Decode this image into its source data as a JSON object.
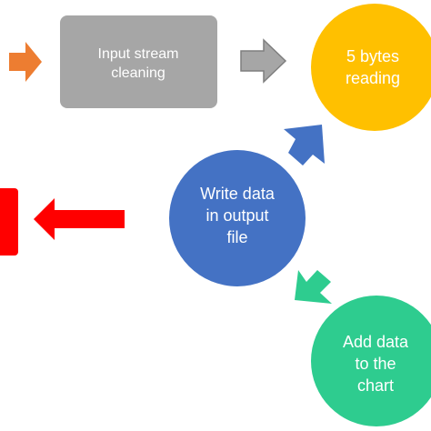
{
  "diagram": {
    "nodes": {
      "input_stream_cleaning": {
        "label_lines": [
          "Input stream",
          "cleaning"
        ],
        "color": "#a6a6a6"
      },
      "bytes_reading": {
        "label_lines": [
          "5 bytes",
          "reading"
        ],
        "color": "#ffc000"
      },
      "write_data": {
        "label_lines": [
          "Write data",
          "in output",
          "file"
        ],
        "color": "#4472c4"
      },
      "add_data": {
        "label_lines": [
          "Add data",
          "to the",
          "chart"
        ],
        "color": "#2ecc8f"
      },
      "left_red_block": {
        "color": "#ff0000"
      }
    },
    "arrows": {
      "orange_arrow": {
        "color": "#ed7d31"
      },
      "gray_arrow": {
        "color": "#a6a6a6",
        "outline": "#7f7f7f"
      },
      "blue_arrow": {
        "color": "#4472c4"
      },
      "red_arrow": {
        "color": "#ff0000"
      },
      "green_arrow": {
        "color": "#2ecc8f"
      }
    }
  }
}
